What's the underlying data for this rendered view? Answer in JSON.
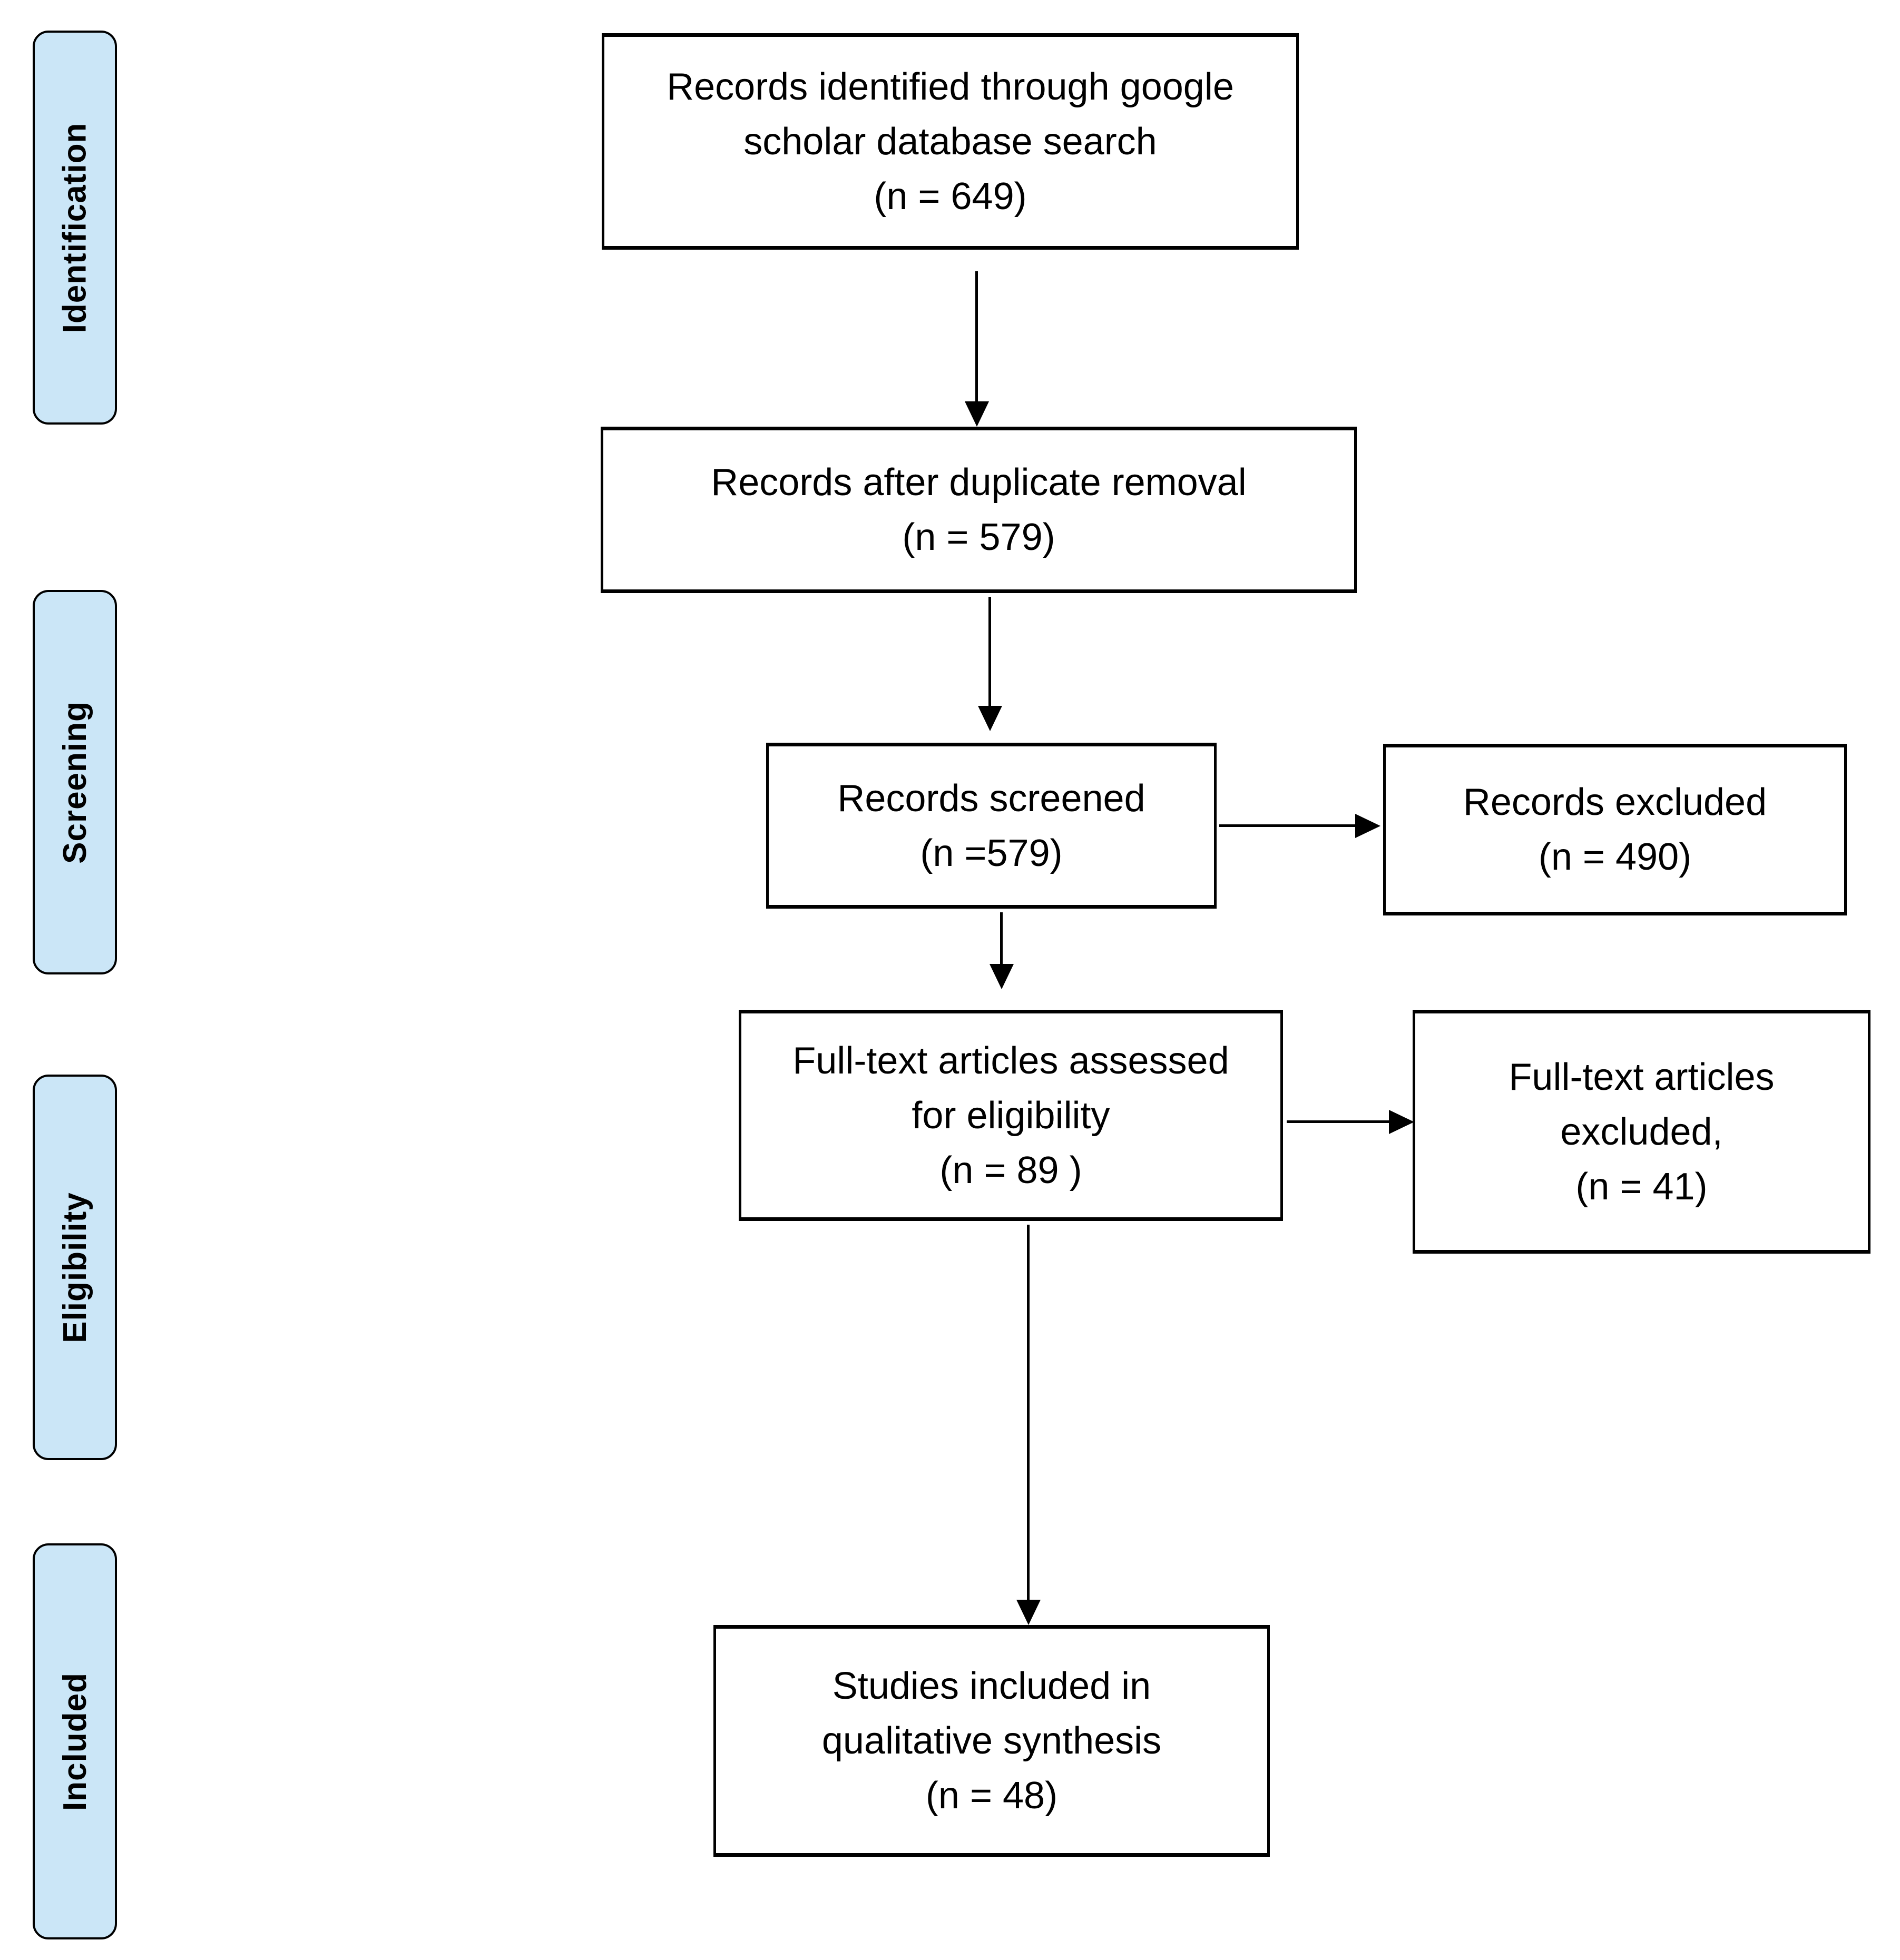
{
  "colors": {
    "background": "#ffffff",
    "band_fill": "#cbe6f7",
    "band_border": "#000000",
    "box_border": "#000000",
    "text": "#000000"
  },
  "sidebar": {
    "stages": [
      {
        "label": "Identification"
      },
      {
        "label": "Screening"
      },
      {
        "label": "Eligibility"
      },
      {
        "label": "Included"
      }
    ]
  },
  "flow": {
    "identified": {
      "lines": [
        "Records identified through google",
        "scholar database search",
        "(n = 649)"
      ]
    },
    "after_duplicates": {
      "lines": [
        "Records after duplicate removal",
        "(n = 579)"
      ]
    },
    "screened": {
      "lines": [
        "Records screened",
        "(n =579)"
      ]
    },
    "records_excluded": {
      "lines": [
        "Records excluded",
        "(n = 490)"
      ]
    },
    "fulltext_assessed": {
      "lines": [
        "Full-text articles assessed",
        "for eligibility",
        "(n = 89 )"
      ]
    },
    "fulltext_excluded": {
      "lines": [
        "Full-text articles",
        "excluded,",
        "(n = 41)"
      ]
    },
    "included_qualitative": {
      "lines": [
        "Studies included in",
        "qualitative synthesis",
        "(n = 48)"
      ]
    }
  }
}
